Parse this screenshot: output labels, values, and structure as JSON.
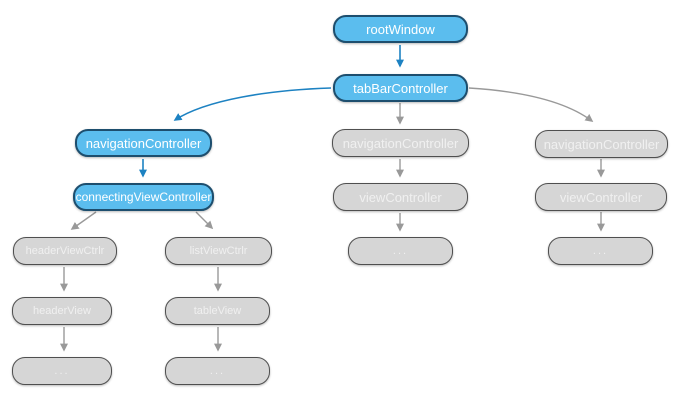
{
  "nodes": {
    "root_window": {
      "label": "rootWindow"
    },
    "tab_bar_controller": {
      "label": "tabBarController"
    },
    "navigation_controller_left": {
      "label": "navigationController"
    },
    "navigation_controller_middle": {
      "label": "navigationController"
    },
    "navigation_controller_right": {
      "label": "navigationController"
    },
    "connecting_view_controller": {
      "label": "connectingViewController"
    },
    "header_view_ctrlr": {
      "label": "headerViewCtrlr"
    },
    "list_view_ctrlr": {
      "label": "listViewCtrlr"
    },
    "header_view": {
      "label": "headerView"
    },
    "table_view": {
      "label": "tableView"
    },
    "view_controller_middle": {
      "label": "viewController"
    },
    "view_controller_right": {
      "label": "viewController"
    },
    "ellipsis_under_header_view": {
      "label": "..."
    },
    "ellipsis_under_table_view": {
      "label": "..."
    },
    "ellipsis_middle_branch": {
      "label": "..."
    },
    "ellipsis_right_branch": {
      "label": "..."
    }
  },
  "colors": {
    "background": "#ffffff",
    "active_fill": "#5bbdee",
    "active_border": "#1d4e6e",
    "active_arrow": "#1d82c2",
    "inactive_fill": "#d6d6d6",
    "inactive_border": "#4f4f4f",
    "inactive_arrow": "#999999",
    "node_text": "#ffffff",
    "inactive_text": "#f0f0f0"
  }
}
